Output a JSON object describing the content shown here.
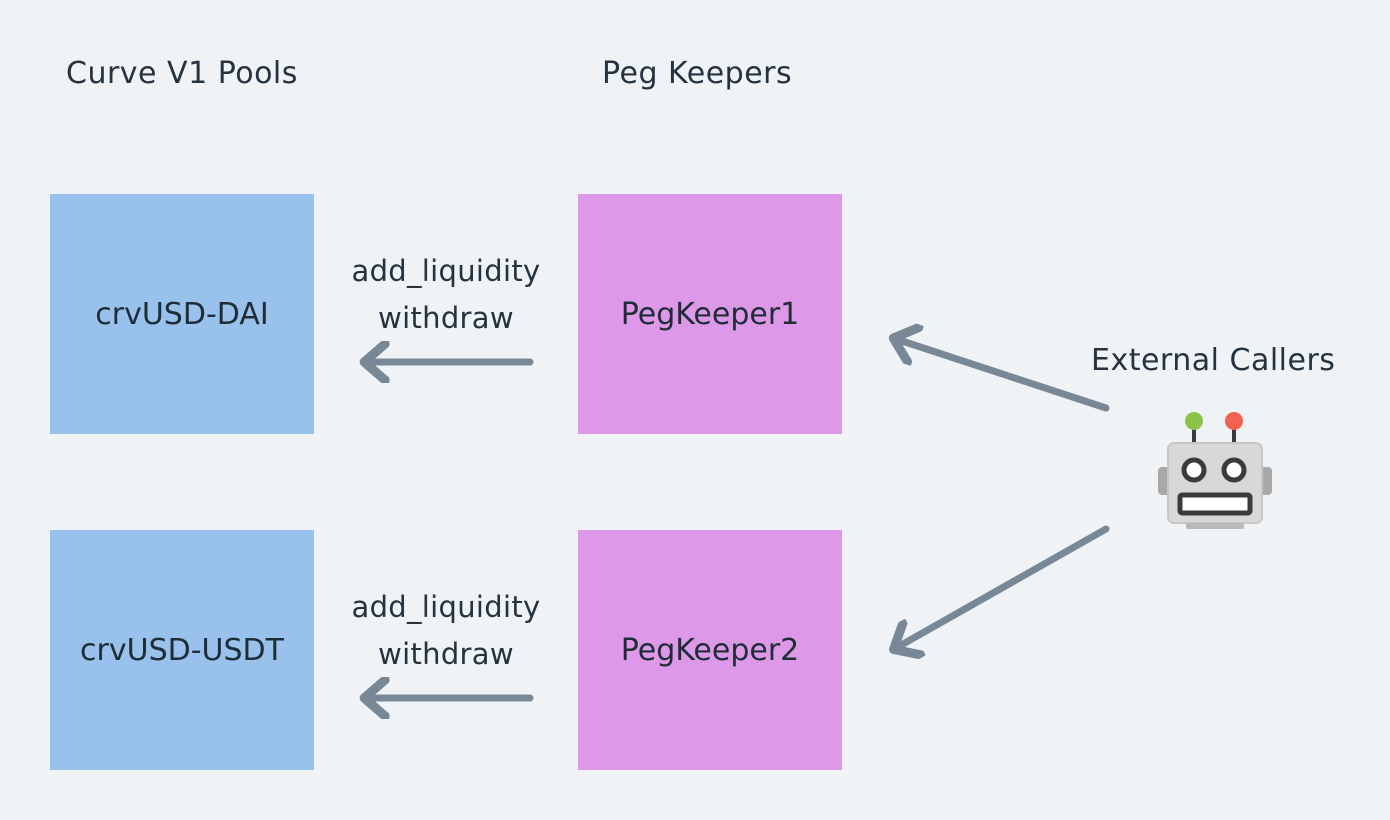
{
  "titles": {
    "pools": "Curve V1 Pools",
    "keepers": "Peg Keepers",
    "callers": "External Callers"
  },
  "pools": [
    {
      "label": "crvUSD-DAI"
    },
    {
      "label": "crvUSD-USDT"
    }
  ],
  "keepers": [
    {
      "label": "PegKeeper1"
    },
    {
      "label": "PegKeeper2"
    }
  ],
  "operations": [
    {
      "line1": "add_liquidity",
      "line2": "withdraw"
    },
    {
      "line1": "add_liquidity",
      "line2": "withdraw"
    }
  ],
  "colors": {
    "background": "#eff3f6",
    "pool_box": "#98c2ec",
    "keeper_box": "#de98e8",
    "arrow": "#788896",
    "text": "#24333f"
  },
  "icons": {
    "caller": "robot-icon"
  }
}
